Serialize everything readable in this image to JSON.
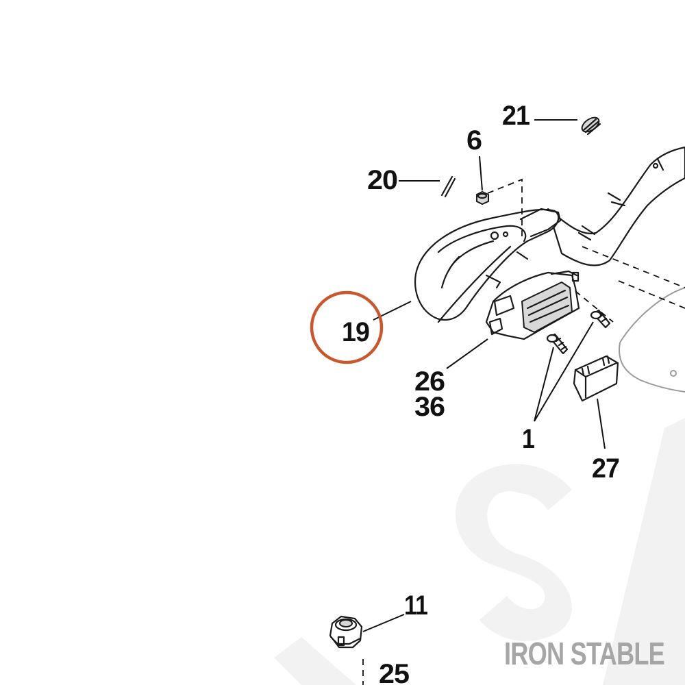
{
  "diagram": {
    "highlight_color": "#c8582f",
    "watermark": {
      "text": "IRON STABLE",
      "color": "#a6a6a6"
    },
    "callouts": {
      "c21": "21",
      "c6": "6",
      "c20": "20",
      "c19": "19",
      "c26": "26",
      "c36": "36",
      "c1": "1",
      "c27": "27",
      "c11": "11",
      "c25": "25"
    },
    "highlighted_callout": "19"
  }
}
